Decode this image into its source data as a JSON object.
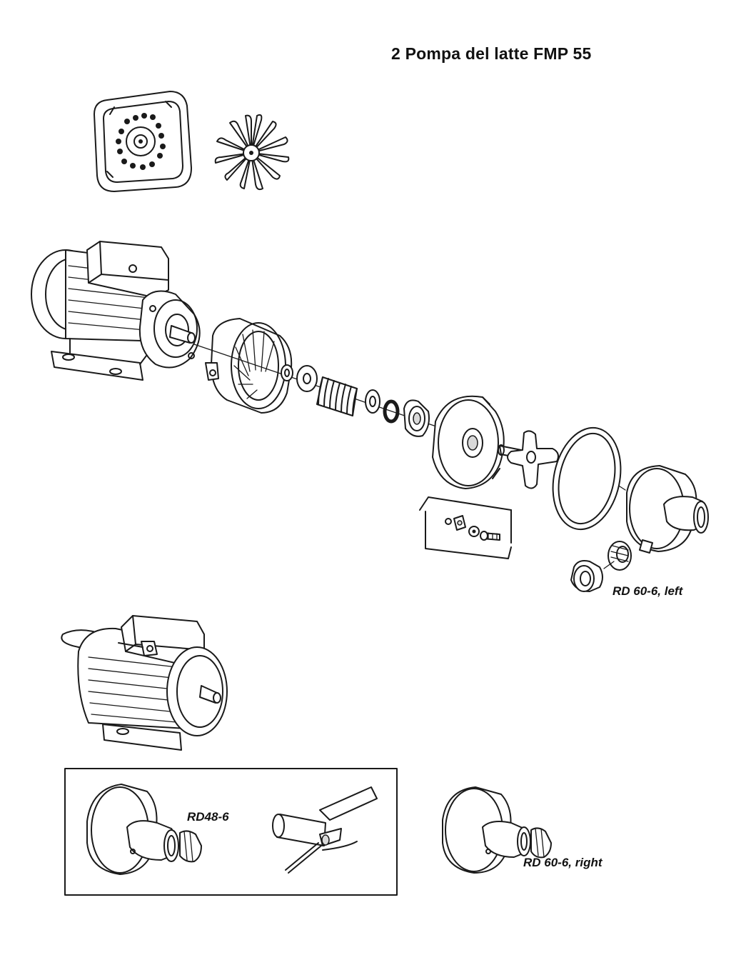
{
  "diagram": {
    "title": "2  Pompa del latte FMP 55",
    "labels": {
      "rd60_left": "RD 60-6, left",
      "rd48": "RD48-6",
      "rd60_right": "RD 60-6, right"
    }
  }
}
